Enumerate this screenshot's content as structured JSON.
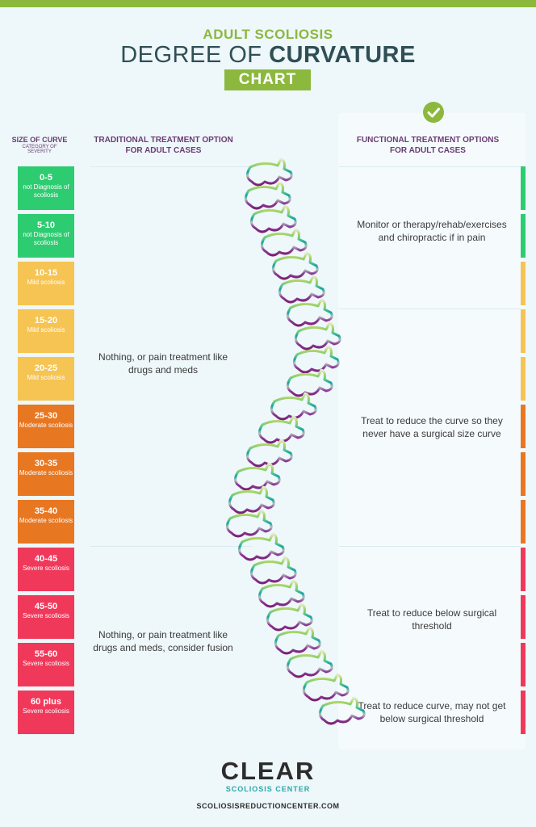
{
  "header": {
    "subtitle": "ADULT SCOLIOSIS",
    "title_regular": "DEGREE OF ",
    "title_bold": "CURVATURE",
    "badge": "CHART"
  },
  "columns": {
    "size_title": "SIZE OF CURVE",
    "size_subtitle": "CATEGORY OF SEVERITY",
    "traditional": "TRADITIONAL TREATMENT OPTION FOR ADULT CASES",
    "functional": "FUNCTIONAL TREATMENT OPTIONS FOR ADULT CASES"
  },
  "colors": {
    "green": "#2ecc71",
    "yellow": "#f5c452",
    "orange": "#e87722",
    "red": "#f0395a",
    "brand": "#8cb83e"
  },
  "icons": {
    "check": "check-circle-icon",
    "spine": "spine-illustration"
  },
  "curves": [
    {
      "range": "0-5",
      "severity": "not Diagnosis of scoliosis",
      "level": "green"
    },
    {
      "range": "5-10",
      "severity": "not Diagnosis of scoliosis",
      "level": "green"
    },
    {
      "range": "10-15",
      "severity": "Mild scoliosis",
      "level": "yellow"
    },
    {
      "range": "15-20",
      "severity": "Mild scoliosis",
      "level": "yellow"
    },
    {
      "range": "20-25",
      "severity": "Mild scoliosis",
      "level": "yellow"
    },
    {
      "range": "25-30",
      "severity": "Moderate scoliosis",
      "level": "orange"
    },
    {
      "range": "30-35",
      "severity": "Moderate scoliosis",
      "level": "orange"
    },
    {
      "range": "35-40",
      "severity": "Moderate scoliosis",
      "level": "orange"
    },
    {
      "range": "40-45",
      "severity": "Severe scoliosis",
      "level": "red"
    },
    {
      "range": "45-50",
      "severity": "Severe scoliosis",
      "level": "red"
    },
    {
      "range": "55-60",
      "severity": "Severe scoliosis",
      "level": "red"
    },
    {
      "range": "60 plus",
      "severity": "Severe scoliosis",
      "level": "red"
    }
  ],
  "traditional": [
    {
      "text": "Nothing, or pain treatment like drugs and meds"
    },
    {
      "text": "Nothing, or pain treatment like drugs and meds, consider fusion"
    }
  ],
  "functional": [
    {
      "text": "Monitor or therapy/rehab/exercises and chiropractic if in pain"
    },
    {
      "text": "Treat to reduce the curve so they never have a surgical size curve"
    },
    {
      "text": "Treat to reduce below surgical threshold"
    },
    {
      "text": "Treat to reduce curve, may not get below surgical threshold"
    }
  ],
  "footer": {
    "logo": "CLEAR",
    "logo_sub": "SCOLIOSIS CENTER",
    "site": "SCOLIOSISREDUCTIONCENTER.COM"
  }
}
